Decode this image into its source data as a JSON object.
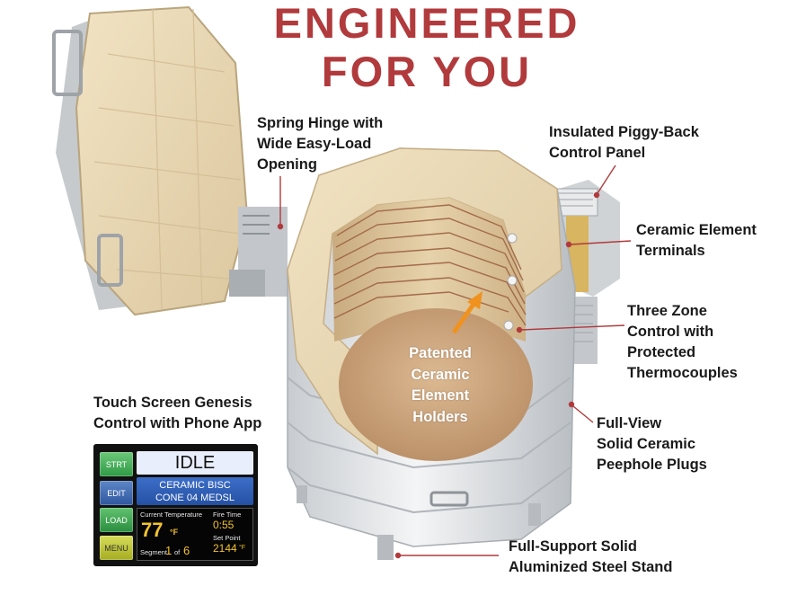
{
  "headline": {
    "line1": "ENGINEERED",
    "line2": "FOR YOU"
  },
  "callouts": {
    "spring_hinge": [
      "Spring Hinge with",
      "Wide Easy-Load",
      "Opening"
    ],
    "piggyback": [
      "Insulated Piggy-Back",
      "Control Panel"
    ],
    "element_terminals": [
      "Ceramic Element",
      "Terminals"
    ],
    "three_zone": [
      "Three Zone",
      "Control with",
      "Protected",
      "Thermocouples"
    ],
    "peephole": [
      "Full-View",
      "Solid Ceramic",
      "Peephole Plugs"
    ],
    "stand": [
      "Full-Support Solid",
      "Aluminized Steel Stand"
    ],
    "touch_screen": [
      "Touch Screen Genesis",
      "Control with Phone App"
    ],
    "element_holders": [
      "Patented",
      "Ceramic",
      "Element",
      "Holders"
    ]
  },
  "touch_screen": {
    "buttons": {
      "start": "STRT",
      "edit": "EDIT",
      "load": "LOAD",
      "menu": "MENU"
    },
    "status": "IDLE",
    "program_line1": "CERAMIC BISC",
    "program_line2": "CONE 04   MEDSL",
    "current_temp_label": "Current Temperature",
    "current_temp_value": "77",
    "temp_unit": "°F",
    "fire_time_label": "Fire Time",
    "fire_time_value": "0:55",
    "set_point_label": "Set Point",
    "set_point_value": "2144",
    "segment_label": "Segment",
    "segment_current": "1",
    "segment_of": "of",
    "segment_total": "6"
  },
  "colors": {
    "headline": "#b13a3c",
    "leader_line": "#b13a3c",
    "arrow": "#f0921e",
    "firebrick": "#e9d7b0",
    "steel": "#dcdfe2"
  }
}
